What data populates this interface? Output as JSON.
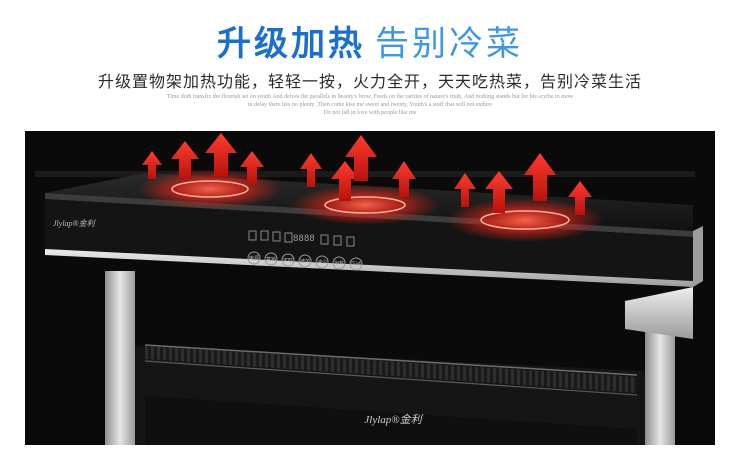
{
  "headline": {
    "bold": "升级加热",
    "light": "告别冷菜"
  },
  "subtitle": "升级置物架加热功能，轻轻一按，火力全开，天天吃热菜，告别冷菜生活",
  "fine_print": [
    "Time doth transfix the flourish set on youth And delves the parallels in beauty's brow, Feeds on the rarities of nature's truth, And nothing stands but for his scythe to mow",
    "in delay there lies no plenty ,Then come kiss me sweet and twenty, Youth's a stuff that will not endure",
    "Do not fall in love with people like me"
  ],
  "brand": {
    "top": "Jlylap®金利",
    "front": "Jlylap®金利"
  },
  "control_panel": {
    "display": "8888",
    "top_icons": [
      "power-icon",
      "lock-icon",
      "timer-icon",
      "temp-icon",
      "fan-icon",
      "light-icon",
      "alarm-icon"
    ],
    "buttons": [
      {
        "name": "power",
        "label": "电源"
      },
      {
        "name": "lock",
        "label": "童锁"
      },
      {
        "name": "timer",
        "label": "定时"
      },
      {
        "name": "plus",
        "label": "增加"
      },
      {
        "name": "minus",
        "label": "减少"
      },
      {
        "name": "heat",
        "label": "加热"
      },
      {
        "name": "zone",
        "label": "区域"
      }
    ]
  },
  "colors": {
    "headline_bold": "#1a6fd0",
    "headline_light": "#3e96e6",
    "heat_red": "#e1261c",
    "glass_black": "#121212",
    "steel": "#c8c8c8"
  }
}
